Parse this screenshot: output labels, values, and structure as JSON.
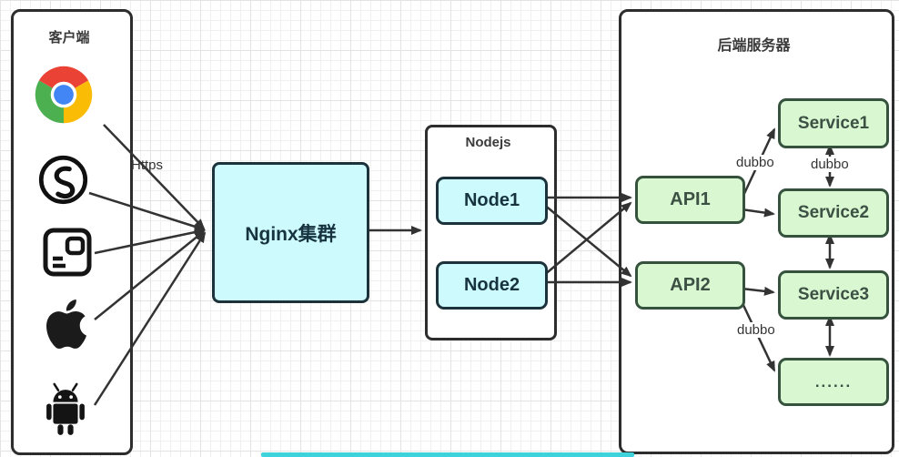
{
  "client": {
    "title": "客户端",
    "https_label": "Https",
    "icons": [
      "chrome",
      "wechat-miniprogram",
      "webpage-card",
      "apple",
      "android"
    ]
  },
  "nginx": {
    "label": "Nginx集群"
  },
  "nodejs": {
    "title": "Nodejs",
    "nodes": [
      "Node1",
      "Node2"
    ]
  },
  "backend": {
    "title": "后端服务器",
    "apis": [
      "API1",
      "API2"
    ],
    "services": [
      "Service1",
      "Service2",
      "Service3",
      "......"
    ],
    "dubbo_labels": [
      "dubbo",
      "dubbo",
      "dubbo"
    ]
  },
  "colors": {
    "cyan_fill": "#cdfbfd",
    "green_fill": "#d9f8d2",
    "box_border": "#2d2d2d",
    "arrow": "#333333",
    "accent_bar": "#3ed3da"
  }
}
